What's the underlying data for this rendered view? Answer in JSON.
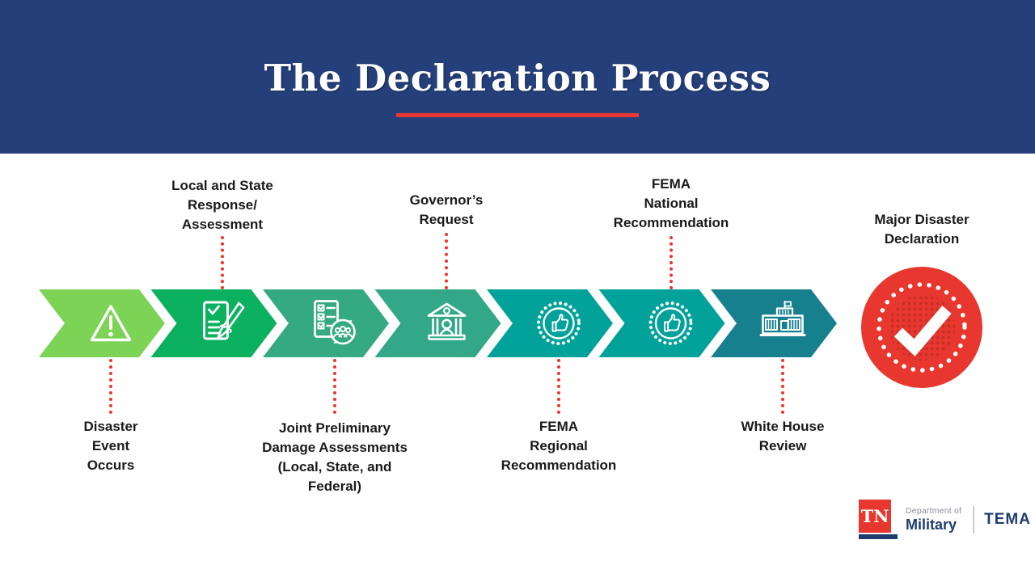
{
  "header": {
    "title": "The Declaration Process",
    "background": "#253F7B",
    "underline_color": "#E8372E"
  },
  "connector_color": "#E8372E",
  "steps": [
    {
      "label": "Disaster\nEvent\nOccurs",
      "label_position": "below",
      "color": "#7CD355",
      "icon": "warning-triangle"
    },
    {
      "label": "Local and State\nResponse/\nAssessment",
      "label_position": "above",
      "color": "#0CB160",
      "icon": "assessment-form"
    },
    {
      "label": "Joint Preliminary\nDamage Assessments\n(Local, State, and\nFederal)",
      "label_position": "below",
      "color": "#35A982",
      "icon": "joint-assessment-checklist"
    },
    {
      "label": "Governor’s\nRequest",
      "label_position": "above",
      "color": "#32A888",
      "icon": "government-building"
    },
    {
      "label": "FEMA\nRegional\nRecommendation",
      "label_position": "below",
      "color": "#01A29A",
      "icon": "thumbs-up-seal"
    },
    {
      "label": "FEMA\nNational\nRecommendation",
      "label_position": "above",
      "color": "#01A29A",
      "icon": "thumbs-up-seal"
    },
    {
      "label": "White House\nReview",
      "label_position": "below",
      "color": "#17808F",
      "icon": "white-house"
    }
  ],
  "final_step": {
    "label": "Major Disaster\nDeclaration",
    "color": "#E8372E",
    "dot_color": "#C72F27",
    "icon": "checkmark-seal"
  },
  "footer_logo": {
    "tn": "TN",
    "dept_line1": "Department of",
    "dept_line2": "Military",
    "agency": "TEMA",
    "tn_red": "#E8372E",
    "navy": "#1E3C6E"
  }
}
